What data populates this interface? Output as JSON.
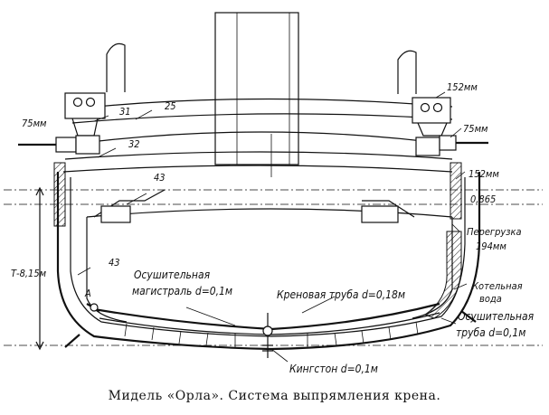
{
  "labels": {
    "gun75_left": "75мм",
    "frame31": "31",
    "frame25": "25",
    "frame32": "32",
    "frame43_top": "43",
    "gun152_top": "152мм",
    "gun75_right": "75мм",
    "gun152_right": "152мм",
    "draught_extra": "0,865",
    "overload_1": "Перегрузка",
    "overload_2": "194мм",
    "draught_T": "Т-8,15м",
    "frame43_side": "43",
    "point_A": "А",
    "dry_main_1": "Осушительная",
    "dry_main_2": "магистраль d=0,1м",
    "heel_pipe": "Креновая труба d=0,18м",
    "boiler_water_1": "Котельная",
    "boiler_water_2": "вода",
    "dry_pipe_1": "Осушительная",
    "dry_pipe_2": "труба d=0,1м",
    "kingston": "Кингстон d=0,1м"
  },
  "caption": "Мидель «Орла». Система выпрямления крена."
}
